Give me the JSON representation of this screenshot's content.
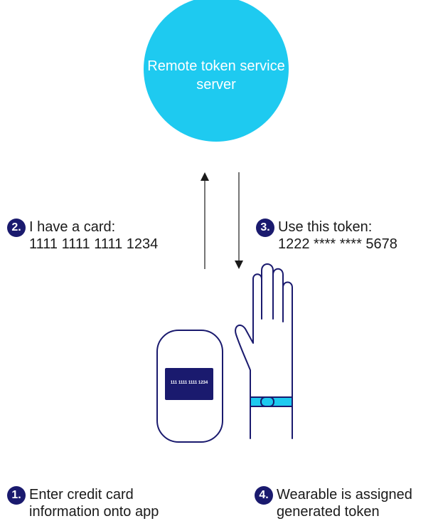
{
  "server": {
    "label": "Remote token\nservice server"
  },
  "steps": [
    {
      "number": "2.",
      "text": "I have a card:\n1111 1111 1111 1234"
    },
    {
      "number": "3.",
      "text": "Use this token:\n1222 **** **** 5678"
    },
    {
      "number": "1.",
      "text": "Enter credit card\ninformation onto app"
    },
    {
      "number": "4.",
      "text": "Wearable is assigned\ngenerated token"
    }
  ],
  "card": {
    "number": "111 1111 1111 1234"
  },
  "colors": {
    "server": "#1ecaf0",
    "badge": "#1a1a6e",
    "card": "#1a1a6e",
    "band": "#1ecaf0",
    "outline": "#1a1a6e"
  }
}
